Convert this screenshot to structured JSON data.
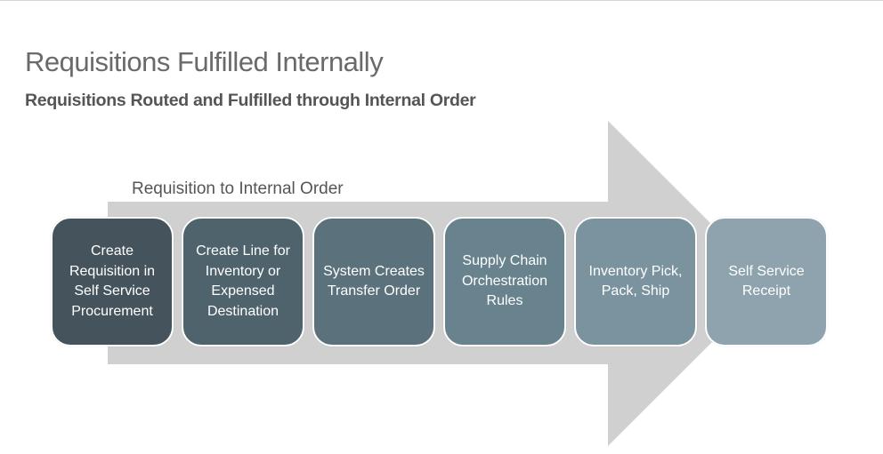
{
  "slide": {
    "title": "Requisitions Fulfilled Internally",
    "subtitle": "Requisitions Routed and Fulfilled through Internal Order"
  },
  "process": {
    "arrow_label": "Requisition to Internal Order",
    "arrow_color": "#d0d0d0",
    "steps": [
      {
        "label": "Create Requisition in Self Service Procurement",
        "color": "#45545c"
      },
      {
        "label": "Create Line for Inventory or Expensed Destination",
        "color": "#4f636c"
      },
      {
        "label": "System Creates Transfer Order",
        "color": "#5b717b"
      },
      {
        "label": "Supply Chain Orchestration Rules",
        "color": "#68828e"
      },
      {
        "label": "Inventory Pick, Pack, Ship",
        "color": "#7b939e"
      },
      {
        "label": "Self Service Receipt",
        "color": "#8ea3ae"
      }
    ]
  }
}
